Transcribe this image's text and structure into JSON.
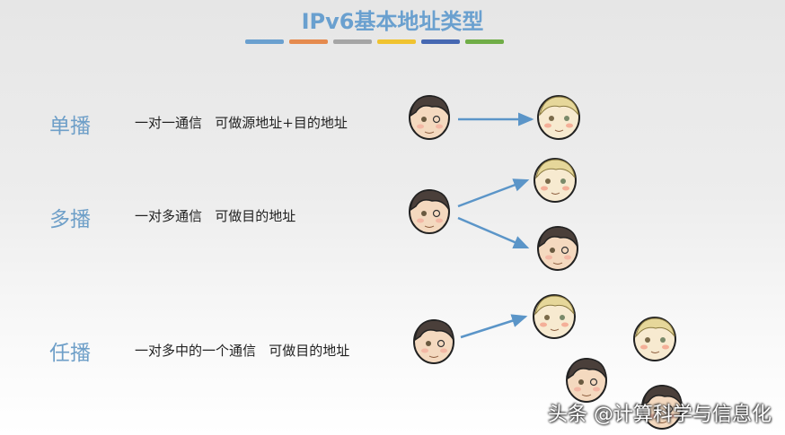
{
  "title": "IPv6基本地址类型",
  "color_bars": [
    "#6ba0cf",
    "#e58a4e",
    "#a5a5a5",
    "#f0c330",
    "#4668b2",
    "#70ad47"
  ],
  "rows": [
    {
      "label": "单播",
      "description": "一对一通信   可做源地址+目的地址"
    },
    {
      "label": "多播",
      "description": "一对多通信   可做目的地址"
    },
    {
      "label": "任播",
      "description": "一对多中的一个通信   可做目的地址"
    }
  ],
  "icons": {
    "sender": "dark-hair-face-icon",
    "receiver_blond": "blond-hair-face-icon",
    "receiver_dark": "dark-hair-face-icon",
    "arrow": "arrow-right-icon"
  },
  "arrow_color": "#5b95c8",
  "watermark": "头条 @计算科学与信息化"
}
